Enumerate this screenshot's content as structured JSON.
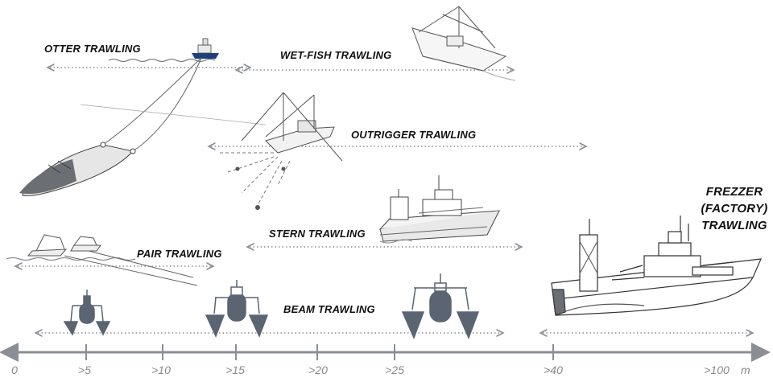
{
  "labels": {
    "otter": "OTTER TRAWLING",
    "wetfish": "WET-FISH TRAWLING",
    "outrigger": "OUTRIGGER TRAWLING",
    "stern": "STERN TRAWLING",
    "pair": "PAIR TRAWLING",
    "beam": "BEAM TRAWLING",
    "freezer_line1": "FREZZER",
    "freezer_line2": "(FACTORY)",
    "freezer_line3": "TRAWLING"
  },
  "axis": {
    "ticks": [
      "0",
      ">5",
      ">10",
      ">15",
      ">20",
      ">25",
      ">40",
      ">100"
    ],
    "unit": "m"
  },
  "colors": {
    "axis": "#8a8f96",
    "arrow": "#8a8f96",
    "sketch": "#444444",
    "ship_hull": "#5a6472",
    "ship_accent": "#1f3f7a"
  },
  "icons": [
    "otter-trawler-icon",
    "wet-fish-trawler-icon",
    "outrigger-trawler-icon",
    "stern-trawler-icon",
    "pair-trawlers-icon",
    "beam-trawler-icon",
    "factory-trawler-icon"
  ]
}
